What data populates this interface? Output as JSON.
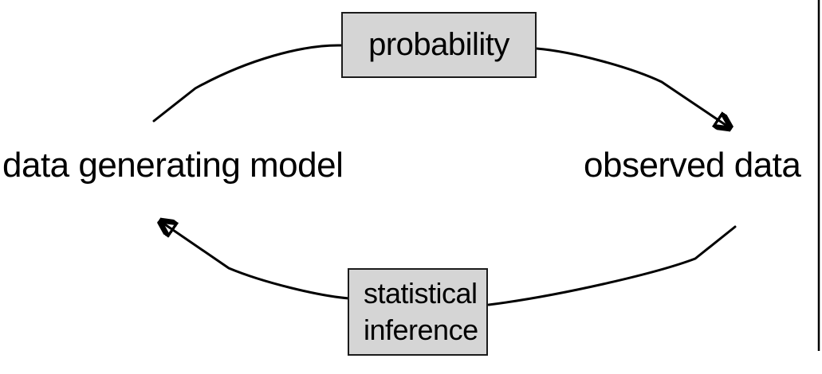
{
  "diagram": {
    "nodes": [
      {
        "label": "data generating model"
      },
      {
        "label": "observed data"
      }
    ],
    "edges": [
      {
        "label": "probability",
        "from": "data generating model",
        "to": "observed data",
        "position": "top-arc",
        "direction": "left-to-right"
      },
      {
        "label": "statistical inference",
        "label_lines": [
          "statistical",
          "inference"
        ],
        "from": "observed data",
        "to": "data generating model",
        "position": "bottom-arc",
        "direction": "right-to-left"
      }
    ],
    "colors": {
      "background": "#ffffff",
      "label_box_fill": "#d5d5d5",
      "label_box_border": "#1b1b1b",
      "arrow": "#000000",
      "text": "#000000"
    }
  }
}
